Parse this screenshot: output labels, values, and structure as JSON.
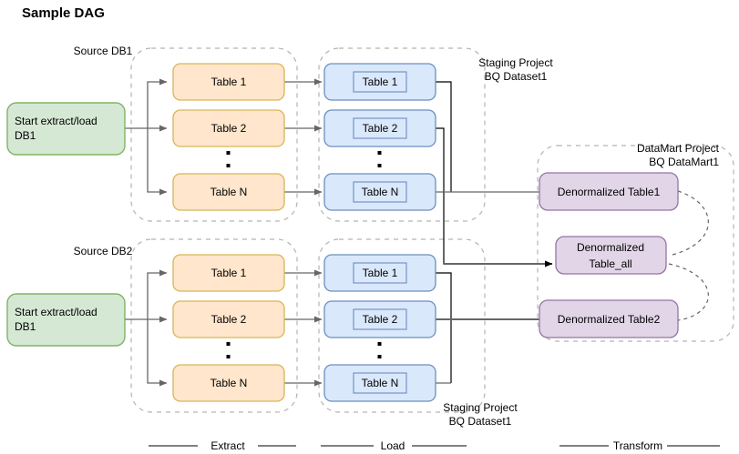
{
  "title": "Sample DAG",
  "colors": {
    "green_fill": "#d5e8d4",
    "green_stroke": "#82b366",
    "yellow_fill": "#ffe6cc",
    "yellow_stroke": "#d6b656",
    "blue_fill": "#dae8fc",
    "blue_stroke": "#6c8ebf",
    "purple_fill": "#e1d5e7",
    "purple_stroke": "#9673a6",
    "dash_stroke": "#b3b3b3",
    "edge": "#666666",
    "edge_dark": "#000000"
  },
  "group_labels": {
    "source_db1": "Source DB1",
    "source_db2": "Source DB2",
    "staging_top_line1": "Staging Project",
    "staging_top_line2": "BQ Dataset1",
    "staging_bottom_line1": "Staging Project",
    "staging_bottom_line2": "BQ Dataset1",
    "datamart_line1": "DataMart Project",
    "datamart_line2": "BQ DataMart1"
  },
  "start_nodes": [
    {
      "id": "start-db1",
      "line1": "Start extract/load",
      "line2": "DB1"
    },
    {
      "id": "start-db2",
      "line1": "Start extract/load",
      "line2": "DB1"
    }
  ],
  "extract_top": [
    {
      "label": "Table 1"
    },
    {
      "label": "Table 2"
    },
    {
      "label": "Table N"
    }
  ],
  "extract_bottom": [
    {
      "label": "Table 1"
    },
    {
      "label": "Table 2"
    },
    {
      "label": "Table N"
    }
  ],
  "load_top": [
    {
      "label": "Table 1"
    },
    {
      "label": "Table 2"
    },
    {
      "label": "Table N"
    }
  ],
  "load_bottom": [
    {
      "label": "Table 1"
    },
    {
      "label": "Table 2"
    },
    {
      "label": "Table N"
    }
  ],
  "transform": [
    {
      "id": "denorm-table1",
      "line1": "Denormalized Table1",
      "line2": ""
    },
    {
      "id": "denorm-table-all",
      "line1": "Denormalized",
      "line2": "Table_all"
    },
    {
      "id": "denorm-table2",
      "line1": "Denormalized Table2",
      "line2": ""
    }
  ],
  "phases": [
    {
      "label": "Extract"
    },
    {
      "label": "Load"
    },
    {
      "label": "Transform"
    }
  ]
}
